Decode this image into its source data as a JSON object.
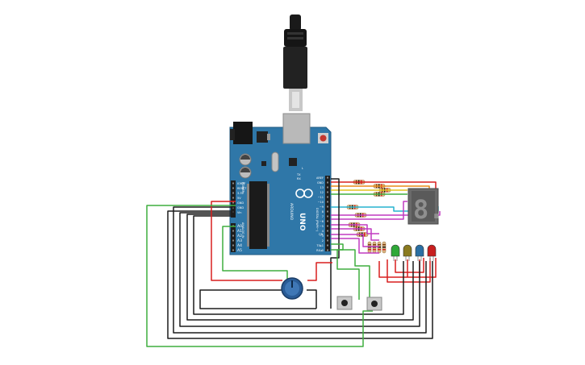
{
  "board": {
    "model": "UNO",
    "brand": "ARDUINO",
    "section_power": "POWER",
    "section_analog": "ANALOG IN",
    "section_digital": "DIGITAL (PWM~)",
    "tx_label": "TX",
    "rx_label": "RX",
    "led_l": "L",
    "on_label": "ON",
    "power_pins": [
      "IOREF",
      "RESET",
      "3.3V",
      "5V",
      "GND",
      "GND",
      "Vin"
    ],
    "analog_pins": [
      "A0",
      "A1",
      "A2",
      "A3",
      "A4",
      "A5"
    ],
    "digital_pins": [
      "AREF",
      "GND",
      "13",
      "12",
      "~11",
      "~10",
      "~9",
      "8",
      "7",
      "~6",
      "~5",
      "4",
      "~3",
      "2",
      "TX▸1",
      "RX◂0"
    ]
  },
  "seven_segment": {
    "digit": "8."
  },
  "colors": {
    "board": "#2f77a8",
    "wire_red": "#d81e1e",
    "wire_black": "#1b1b1b",
    "wire_green": "#3fae3f",
    "wire_orange": "#e98a1a",
    "wire_yellow": "#e2c41e",
    "wire_cyan": "#27b3cf",
    "wire_magenta": "#c13ac1",
    "led_green": "#2fa838",
    "led_olive": "#8a7a1f",
    "led_blue": "#2a6fa3",
    "led_red": "#c81e1e"
  }
}
